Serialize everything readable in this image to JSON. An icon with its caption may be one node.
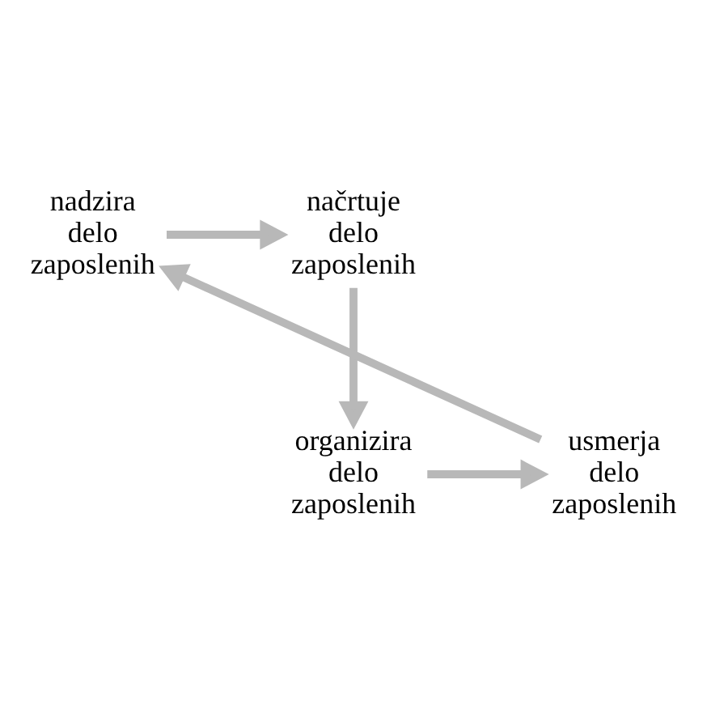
{
  "diagram": {
    "nodes": [
      {
        "text": [
          "nadzira delo zaposlenih"
        ]
      },
      {
        "text": [
          "načrtuje delo zaposlenih"
        ]
      },
      {
        "text": [
          "organizira delo zaposlenih"
        ]
      },
      {
        "text": [
          "usmerja delo zaposlenih"
        ]
      }
    ],
    "edges": [
      {
        "from": 0,
        "to": 1,
        "arrow": "to"
      },
      {
        "from": 1,
        "to": 2,
        "arrow": "to"
      },
      {
        "from": 2,
        "to": 3,
        "arrow": "to"
      },
      {
        "from": 3,
        "to": 0,
        "arrow": "to"
      }
    ]
  }
}
